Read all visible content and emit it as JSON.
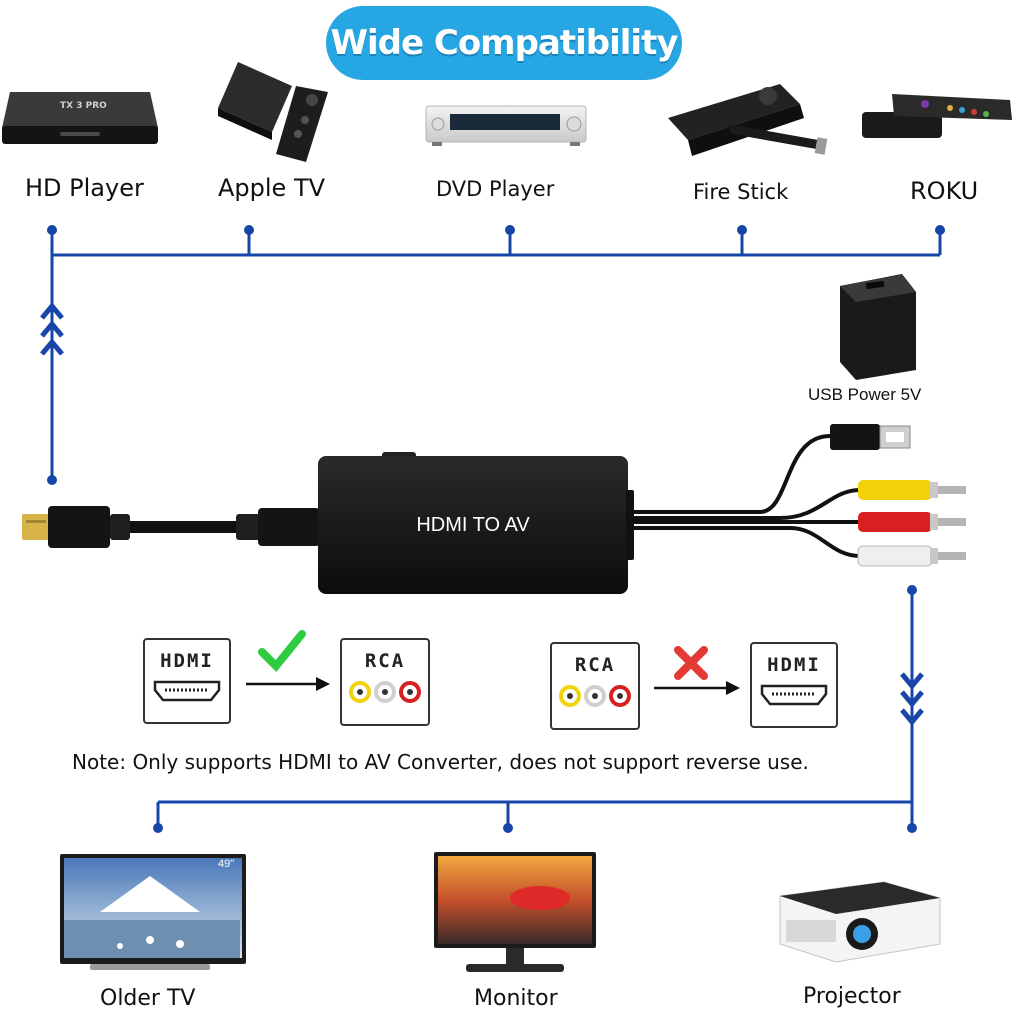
{
  "banner": {
    "title": "Wide Compatibility"
  },
  "sources": {
    "hd_player": "HD Player",
    "apple_tv": "Apple TV",
    "dvd_player": "DVD Player",
    "fire_stick": "Fire Stick",
    "roku": "ROKU"
  },
  "device_print": {
    "tx_box": "TX 3 PRO"
  },
  "power": {
    "label": "USB Power 5V"
  },
  "converter": {
    "label": "HDMI TO AV"
  },
  "diagram": {
    "supported": {
      "from": "HDMI",
      "to": "RCA"
    },
    "unsupported": {
      "from": "RCA",
      "to": "HDMI"
    },
    "note": "Note: Only supports HDMI to AV Converter, does not support reverse use."
  },
  "outputs": {
    "older_tv": "Older TV",
    "tv_size": "49\"",
    "monitor": "Monitor",
    "projector": "Projector"
  },
  "colors": {
    "banner": "#27a6e4",
    "connector_line": "#1746a8",
    "check": "#2ecc40",
    "cross": "#e53935",
    "rca_yellow": "#f2d20b",
    "rca_red": "#d82020",
    "rca_white": "#efefef"
  }
}
